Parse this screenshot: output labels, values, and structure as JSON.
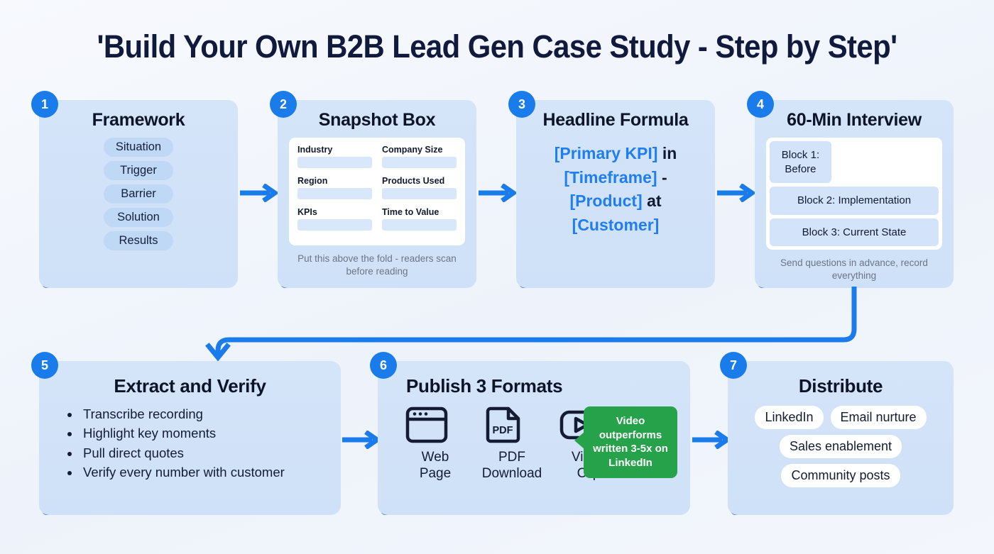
{
  "title": "'Build Your Own B2B Lead Gen Case Study - Step by Step'",
  "accent_blue": "#1a7ceb",
  "card_bg": "#d2e2f9",
  "green": "#26a34a",
  "steps": [
    {
      "number": "1",
      "heading": "Framework",
      "pills": [
        "Situation",
        "Trigger",
        "Barrier",
        "Solution",
        "Results"
      ]
    },
    {
      "number": "2",
      "heading": "Snapshot Box",
      "fields": [
        "Industry",
        "Company Size",
        "Region",
        "Products Used",
        "KPIs",
        "Time to Value"
      ],
      "note": "Put this above the fold - readers scan before reading"
    },
    {
      "number": "3",
      "heading": "Headline Formula",
      "formula": {
        "p1": "[Primary KPI]",
        "j1": " in ",
        "p2": "[Timeframe]",
        "j2": " - ",
        "p3": "[Product]",
        "j3": " at ",
        "p4": "[Customer]"
      }
    },
    {
      "number": "4",
      "heading": "60-Min Interview",
      "blocks": [
        "Block 1: Before",
        "Block 2: Implementation",
        "Block 3: Current State"
      ],
      "note": "Send questions in advance, record everything"
    },
    {
      "number": "5",
      "heading": "Extract and Verify",
      "bullets": [
        "Transcribe recording",
        "Highlight key moments",
        "Pull direct quotes",
        "Verify every number with customer"
      ]
    },
    {
      "number": "6",
      "heading": "Publish 3 Formats",
      "formats": [
        {
          "icon": "browser-window-icon",
          "label": "Web Page"
        },
        {
          "icon": "pdf-file-icon",
          "label": "PDF Download"
        },
        {
          "icon": "video-player-icon",
          "label": "Video Clip"
        }
      ],
      "callout": "Video outperforms written 3-5x on LinkedIn"
    },
    {
      "number": "7",
      "heading": "Distribute",
      "chips": [
        "LinkedIn",
        "Email nurture",
        "Sales enablement",
        "Community posts"
      ]
    }
  ]
}
